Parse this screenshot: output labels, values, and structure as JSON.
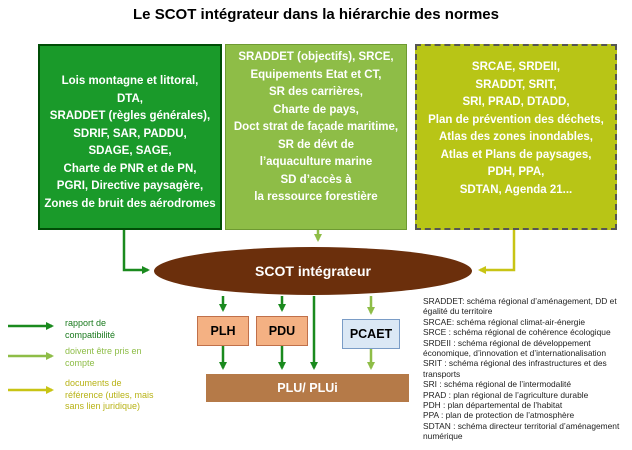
{
  "title": "Le SCOT intégrateur dans la hiérarchie des normes",
  "box_left_text": "Lois montagne et littoral,\nDTA,\nSRADDET (règles générales),\nSDRIF, SAR, PADDU,\nSDAGE, SAGE,\nCharte de PNR et de PN,\nPGRI, Directive paysagère,\nZones de bruit des aérodromes",
  "box_middle_text": "SRADDET (objectifs), SRCE,\nEquipements Etat et CT,\nSR des carrières,\nCharte de pays,\nDoct strat de façade maritime,\nSR de dévt de\nl’aquaculture marine\nSD d’accès à\nla ressource forestière",
  "box_right_text": "SRCAE, SRDEII,\nSRADDT, SRIT,\nSRI, PRAD, DTADD,\nPlan de prévention des déchets,\nAtlas des zones inondables,\nAtlas et Plans de paysages,\nPDH,  PPA,\nSDTAN, Agenda 21...",
  "scot_label": "SCOT intégrateur",
  "plh_label": "PLH",
  "pdu_label": "PDU",
  "pcaet_label": "PCAET",
  "plu_label": "PLU/ PLUi",
  "legend": {
    "compat": "rapport de\ncompatibilité",
    "prise": "doivent être pris en\ncompte",
    "reference": "documents de\nréférence (utiles, mais\nsans lien juridique)"
  },
  "glossary": [
    "SRADDET: schéma régional d’aménagement, DD et égalité du territoire",
    "SRCAE: schéma régional climat-air-énergie",
    "SRCE : schéma régional de cohérence écologique",
    "SRDEII : schéma régional de développement économique, d’innovation et d’internationalisation",
    "SRIT : schéma régional des infrastructures et des transports",
    "SRI : schéma régional de l’intermodalité",
    "PRAD : plan régional de l’agriculture durable",
    "PDH : plan départemental de l’habitat",
    "PPA : plan de protection de l’atmosphère",
    "SDTAN : schéma directeur territorial d’aménagement numérique"
  ],
  "colors": {
    "compat_arrow": "#1a8a1e",
    "prise_arrow": "#8ebd47",
    "reference_arrow": "#c8c414",
    "scot_fill": "#6b2f0c"
  }
}
